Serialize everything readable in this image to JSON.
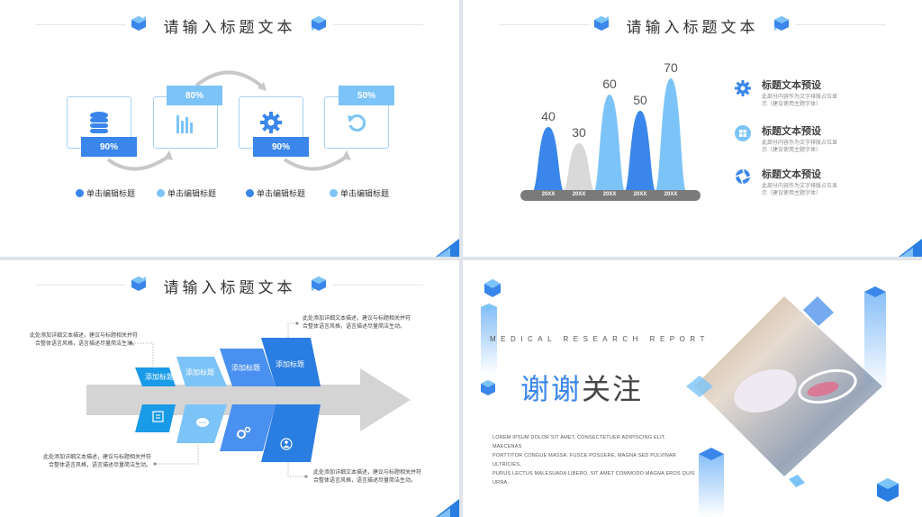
{
  "slide1": {
    "title": "请输入标题文本",
    "steps": [
      {
        "icon": "database-icon",
        "percent": "90%",
        "label": "单击编辑标题"
      },
      {
        "icon": "bar-chart-icon",
        "percent": "80%",
        "label": "单击编辑标题"
      },
      {
        "icon": "gear-icon",
        "percent": "90%",
        "label": "单击编辑标题"
      },
      {
        "icon": "refresh-icon",
        "percent": "50%",
        "label": "单击编辑标题"
      }
    ],
    "colors": {
      "dark": "#3a86ea",
      "light": "#7cc4f7"
    }
  },
  "slide2": {
    "title": "请输入标题文本",
    "chart_data": {
      "type": "area",
      "categories": [
        "20XX",
        "20XX",
        "20XX",
        "20XX",
        "20XX"
      ],
      "values": [
        40,
        30,
        60,
        50,
        70
      ],
      "colors": [
        "#3a86ea",
        "#d9d9d9",
        "#7cc4f7",
        "#3a86ea",
        "#7cc4f7"
      ]
    },
    "items": [
      {
        "icon": "gear-icon",
        "title": "标题文本预设",
        "desc1": "此部分内容作为文字排版占位显",
        "desc2": "示（建议使用主题字体）"
      },
      {
        "icon": "windows-icon",
        "title": "标题文本预设",
        "desc1": "此部分内容作为文字排版占位显",
        "desc2": "示（建议使用主题字体）"
      },
      {
        "icon": "aperture-icon",
        "title": "标题文本预设",
        "desc1": "此部分内容作为文字排版占位显",
        "desc2": "示（建议使用主题字体）"
      }
    ]
  },
  "slide3": {
    "title": "请输入标题文本",
    "tag_label": "添加标题",
    "notes": {
      "top_left": [
        "此处添加详细文本描述，建议与标题相关并符",
        "合整体语言风格，语言描述尽量简洁生动。"
      ],
      "top_right": [
        "此处添加详细文本描述，建议与标题相关并符",
        "合整体语言风格，语言描述尽量简洁生动。"
      ],
      "bottom_left": [
        "此处添加详细文本描述，建议与标题相关并符",
        "合整体语言风格，语言描述尽量简洁生动。"
      ],
      "bottom_right": [
        "此处添加详细文本描述，建议与标题相关并符",
        "合整体语言风格，语言描述尽量简洁生动。"
      ]
    },
    "bottom_icons": [
      "book-icon",
      "chat-icon",
      "gears-icon",
      "person-icon"
    ]
  },
  "slide4": {
    "subtitle": "MEDICAL RESEARCH REPORT",
    "thanks_part1": "谢谢",
    "thanks_part2": "关注",
    "lorem": [
      "LOREM IPSUM DOLOR SIT AMET, CONSECTETUER ADIPISCING ELIT. MAECENAS",
      "PORTTITOR CONGUE MASSA. FUSCE POSUERE, MAGNA SED PULVINAR ULTRICIES,",
      "PURUS LECTUS MALESUADA LIBERO, SIT AMET COMMODO MAGNA EROS QUIS",
      "URNA."
    ],
    "image_icon": "gloved-hand-petri-dish-photo"
  }
}
